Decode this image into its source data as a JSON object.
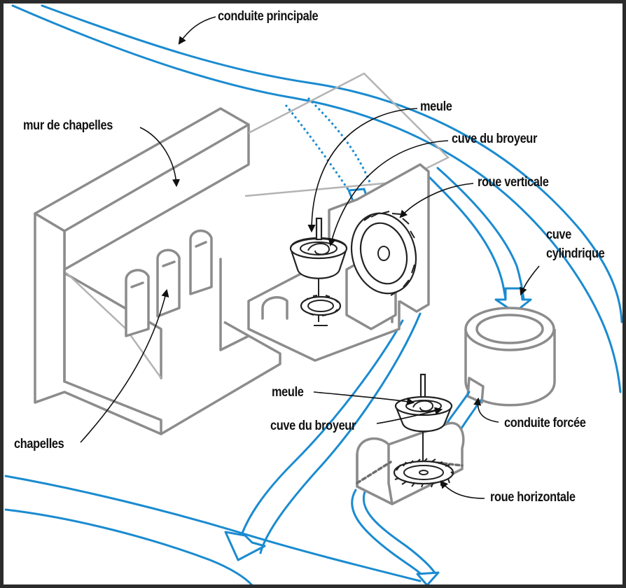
{
  "labels": {
    "conduite_principale": "conduite principale",
    "mur_de_chapelles": "mur de chapelles",
    "meule_top": "meule",
    "cuve_du_broyeur_top": "cuve du broyeur",
    "roue_verticale": "roue verticale",
    "cuve_cylindrique_line1": "cuve",
    "cuve_cylindrique_line2": "cylindrique",
    "meule_bottom": "meule",
    "cuve_du_broyeur_bottom": "cuve du broyeur",
    "conduite_forcee": "conduite forcée",
    "chapelles": "chapelles",
    "roue_horizontale": "roue horizontale"
  },
  "colors": {
    "water": "#1a8bd0",
    "structure": "#8c8c8c",
    "frame": "#2b2b2b",
    "text": "#111111"
  }
}
